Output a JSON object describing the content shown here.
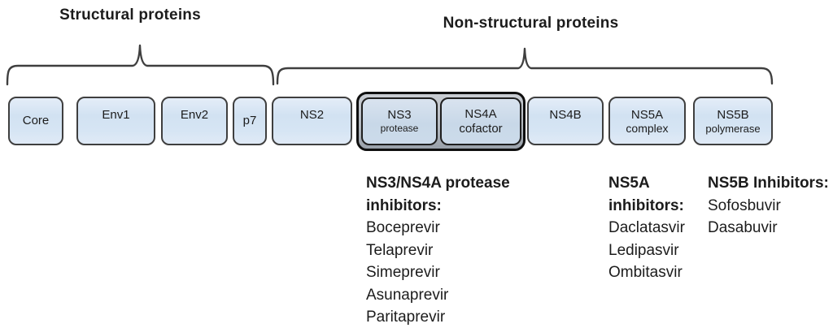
{
  "groups": [
    {
      "label": "Structural proteins"
    },
    {
      "label": "Non-structural proteins"
    }
  ],
  "proteins": [
    {
      "label": "Core"
    },
    {
      "label": "Env1"
    },
    {
      "label": "Env2"
    },
    {
      "label": "p7"
    },
    {
      "label": "NS2"
    },
    {
      "label": "NS3",
      "sublabel": "protease"
    },
    {
      "label": "NS4A",
      "sublabel": "cofactor"
    },
    {
      "label": "NS4B"
    },
    {
      "label": "NS5A",
      "sublabel": "complex"
    },
    {
      "label": "NS5B",
      "sublabel": "polymerase"
    }
  ],
  "inhibitor_columns": [
    {
      "heading_lines": [
        "NS3/NS4A protease",
        "inhibitors:"
      ],
      "drugs": [
        "Boceprevir",
        "Telaprevir",
        "Simeprevir",
        "Asunaprevir",
        "Paritaprevir"
      ]
    },
    {
      "heading_lines": [
        "NS5A",
        "inhibitors:"
      ],
      "drugs": [
        "Daclatasvir",
        "Ledipasvir",
        "Ombitasvir"
      ]
    },
    {
      "heading_lines": [
        "NS5B Inhibitors:"
      ],
      "drugs": [
        "Sofosbuvir",
        "Dasabuvir"
      ]
    }
  ],
  "colors": {
    "box_fill": "#d6e5f4",
    "box_border": "#3f3f3f",
    "highlight_box_fill": "#c8d8e8",
    "highlight_box_border": "#1f1f1f",
    "highlight_outer_fill": "#b3b9c0",
    "highlight_outer_border": "#0f0f0f",
    "brace_stroke": "#3f3f3f",
    "text": "#1c1c1c",
    "background": "#ffffff"
  }
}
